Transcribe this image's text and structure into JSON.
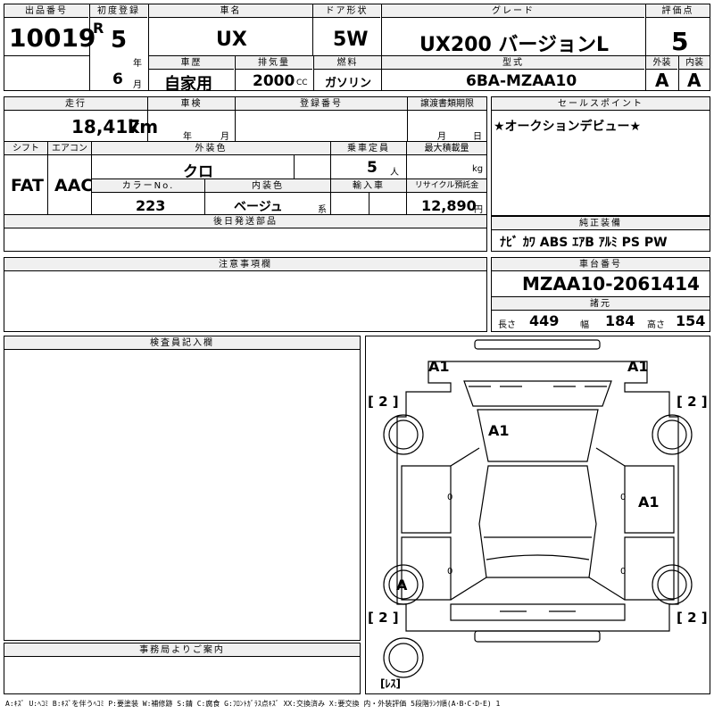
{
  "sheet": {
    "lot": {
      "label": "出品番号",
      "value": "10019"
    },
    "first_reg": {
      "label": "初度登録",
      "era": "R",
      "year": "5",
      "year_unit": "年",
      "month": "6",
      "month_unit": "月"
    },
    "car_name": {
      "label": "車名",
      "value": "UX"
    },
    "door": {
      "label": "ドア形状",
      "value": "5W"
    },
    "grade": {
      "label": "グレード",
      "value": "UX200 バージョンL"
    },
    "score": {
      "label": "評価点",
      "value": "5"
    },
    "history": {
      "label": "車歴",
      "value": "自家用"
    },
    "displacement": {
      "label": "排気量",
      "value": "2000",
      "unit": "CC"
    },
    "fuel": {
      "label": "燃料",
      "value": "ガソリン"
    },
    "model": {
      "label": "型式",
      "value": "6BA-MZAA10"
    },
    "exterior": {
      "label": "外装",
      "value": "A"
    },
    "interior": {
      "label": "内装",
      "value": "A"
    },
    "mileage": {
      "label": "走行",
      "value": "18,417",
      "unit": "km"
    },
    "inspection": {
      "label": "車検",
      "year_unit": "年",
      "month_unit": "月"
    },
    "reg_number": {
      "label": "登録番号"
    },
    "transfer_deadline": {
      "label": "譲渡書類期限",
      "month_unit": "月",
      "day_unit": "日"
    },
    "selling_point": {
      "label": "セールスポイント",
      "value": "★オークションデビュー★"
    },
    "shift": {
      "label": "シフト",
      "value": "FAT"
    },
    "aircon": {
      "label": "エアコン",
      "value": "AAC"
    },
    "exterior_color": {
      "label": "外装色",
      "value": "クロ"
    },
    "capacity": {
      "label": "乗車定員",
      "value": "5",
      "unit": "人"
    },
    "max_load": {
      "label": "最大積載量",
      "unit": "kg"
    },
    "color_no": {
      "label": "カラーNo.",
      "value": "223"
    },
    "interior_color": {
      "label": "内装色",
      "value": "ベージュ",
      "suffix": "系"
    },
    "import": {
      "label": "輸入車"
    },
    "recycle": {
      "label": "リサイクル預託金",
      "value": "12,890",
      "unit": "円"
    },
    "later_parts": {
      "label": "後日発送部品"
    },
    "genuine_equipment": {
      "label": "純正装備",
      "value": "ﾅﾋﾞ ｶﾜ ABS ｴｱB ｱﾙﾐ PS PW"
    },
    "notes": {
      "label": "注意事項欄"
    },
    "chassis": {
      "label": "車台番号",
      "value": "MZAA10-2061414"
    },
    "specs": {
      "label": "諸元",
      "length_label": "長さ",
      "length": "449",
      "width_label": "幅",
      "width": "184",
      "height_label": "高さ",
      "height": "154"
    },
    "inspector": {
      "label": "検査員記入欄"
    },
    "office": {
      "label": "事務局よりご案内"
    },
    "diagram": {
      "marks": [
        "A1",
        "A1",
        "A1",
        "A1",
        "A"
      ],
      "tire_marks": [
        "[ 2 ]",
        "[ 2 ]",
        "[ 2 ]",
        "[ 2 ]"
      ],
      "spare": "[ﾚｽ]",
      "zero": "0"
    },
    "legend": "A:ｷｽﾞ U:ﾍｺﾐ B:ｷｽﾞを伴うﾍｺﾐ P:要塗装 W:補修跡 S:錆 C:腐食 G:ﾌﾛﾝﾄｶﾞﾗｽ点ｷｽﾞ XX:交換済み X:要交換  内・外装評価 5段階ﾗﾝｸ順(A･B･C･D･E) 1"
  }
}
